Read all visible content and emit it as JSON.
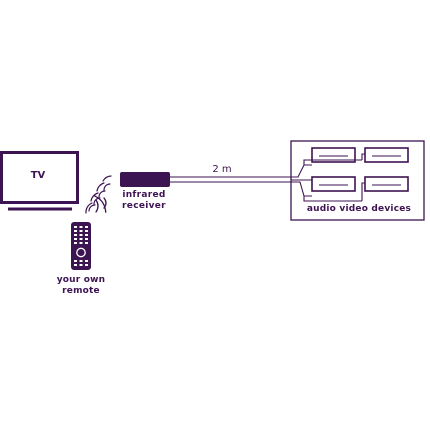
{
  "labels": {
    "tv": "TV",
    "receiver": [
      "infrared",
      "receiver"
    ],
    "cable_length": "2 m",
    "devices": "audio video devices",
    "remote": [
      "your own",
      "remote"
    ]
  },
  "colors": {
    "primary": "#3d1452",
    "background": "#ffffff"
  },
  "icons": {
    "tv": "tv-icon",
    "receiver": "infrared-receiver-icon",
    "signal": "infrared-signal-icon",
    "remote": "remote-control-icon",
    "devices": "av-device-icon"
  }
}
